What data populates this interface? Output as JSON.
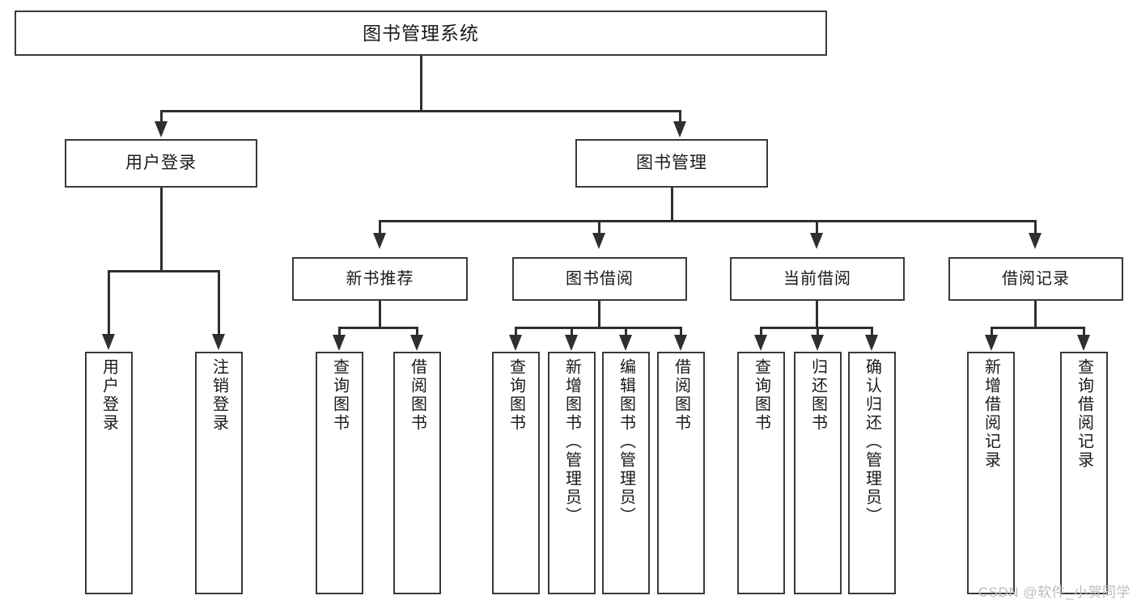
{
  "diagram": {
    "type": "hierarchy-tree",
    "root": {
      "label": "图书管理系统"
    },
    "level2": [
      {
        "label": "用户登录"
      },
      {
        "label": "图书管理"
      }
    ],
    "level3": [
      {
        "label": "新书推荐"
      },
      {
        "label": "图书借阅"
      },
      {
        "label": "当前借阅"
      },
      {
        "label": "借阅记录"
      }
    ],
    "leaves": {
      "user_login": [
        {
          "label": "用户登录"
        },
        {
          "label": "注销登录"
        }
      ],
      "new_book_recommend": [
        {
          "label": "查询图书"
        },
        {
          "label": "借阅图书"
        }
      ],
      "book_borrow": [
        {
          "label": "查询图书"
        },
        {
          "label": "新增图书（管理员）"
        },
        {
          "label": "编辑图书（管理员）"
        },
        {
          "label": "借阅图书"
        }
      ],
      "current_borrow": [
        {
          "label": "查询图书"
        },
        {
          "label": "归还图书"
        },
        {
          "label": "确认归还（管理员）"
        }
      ],
      "borrow_record": [
        {
          "label": "新增借阅记录"
        },
        {
          "label": "查询借阅记录"
        }
      ]
    }
  },
  "watermark": {
    "text": "CSDN @软件_小贺同学"
  },
  "colors": {
    "stroke": "#3a3a3a",
    "connector": "#2f2f2f",
    "background": "#ffffff",
    "text": "#1a1a1a",
    "watermark": "#bdbdbd"
  }
}
